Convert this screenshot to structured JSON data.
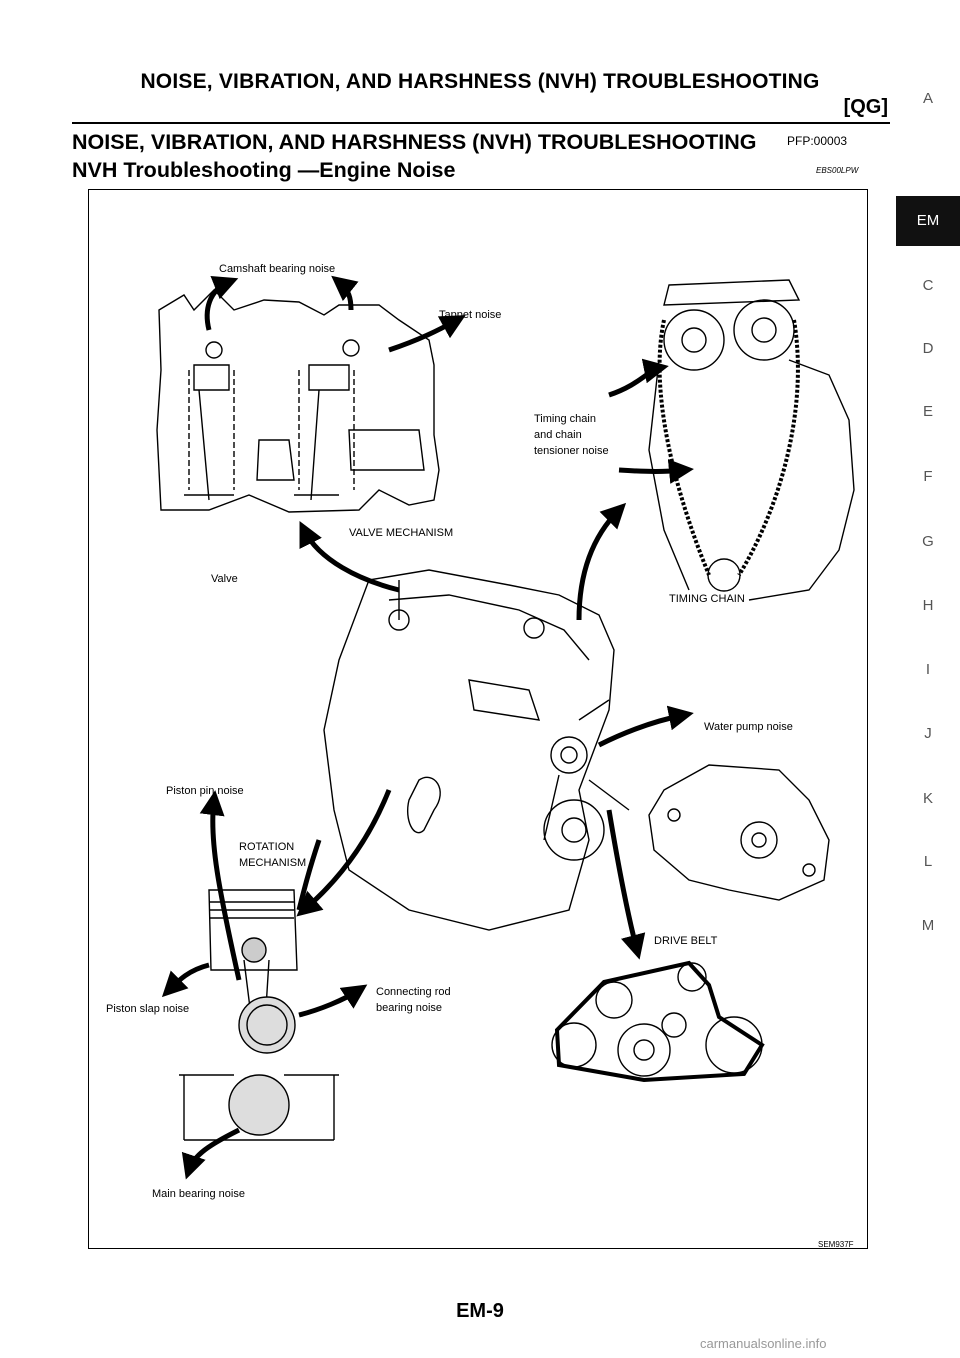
{
  "header": {
    "running_title": "NOISE, VIBRATION, AND HARSHNESS (NVH) TROUBLESHOOTING",
    "section_code": "[QG]"
  },
  "section": {
    "title": "NOISE, VIBRATION, AND HARSHNESS (NVH) TROUBLESHOOTING",
    "pfp": "PFP:00003",
    "subtitle": "NVH Troubleshooting —Engine Noise",
    "ebs": "EBS00LPW"
  },
  "figure": {
    "labels": {
      "camshaft": "Camshaft bearing noise",
      "tappet": "Tappet noise",
      "timing1": "Timing chain",
      "timing2": "and chain",
      "timing3": "tensioner noise",
      "valve_mech": "VALVE MECHANISM",
      "valve": "Valve",
      "timing_chain": "TIMING CHAIN",
      "water_pump": "Water pump noise",
      "piston_pin": "Piston pin noise",
      "rotation1": "ROTATION",
      "rotation2": "MECHANISM",
      "drive_belt": "DRIVE BELT",
      "piston_slap": "Piston slap noise",
      "conrod1": "Connecting rod",
      "conrod2": "bearing noise",
      "main_bearing": "Main bearing noise"
    },
    "id": "SEM937F"
  },
  "tabs": [
    "A",
    "EM",
    "C",
    "D",
    "E",
    "F",
    "G",
    "H",
    "I",
    "J",
    "K",
    "L",
    "M"
  ],
  "active_tab": "EM",
  "footer": {
    "page_number": "EM-9",
    "watermark": "carmanualsonline.info"
  }
}
